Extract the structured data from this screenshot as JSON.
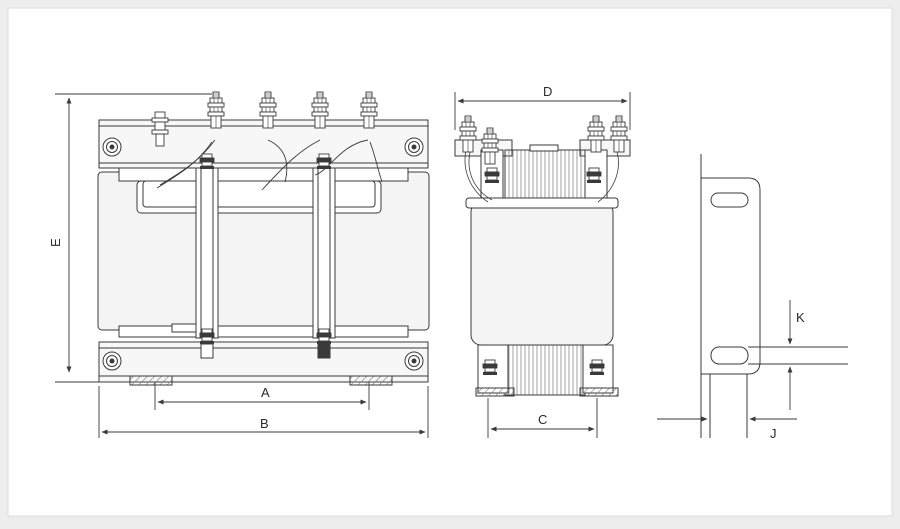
{
  "drawing": {
    "background": "#ededed",
    "panel_fill": "#ffffff",
    "line_color": "#3a3a3a",
    "body_fill": "#f4f4f4",
    "hatch_color": "#9a9a9a"
  },
  "dimensions": {
    "A": "A",
    "B": "B",
    "C": "C",
    "D": "D",
    "E": "E",
    "J": "J",
    "K": "K"
  },
  "views": {
    "front": {
      "terminal_count": 4
    },
    "side": {
      "terminal_count": 4
    },
    "detail": {}
  }
}
